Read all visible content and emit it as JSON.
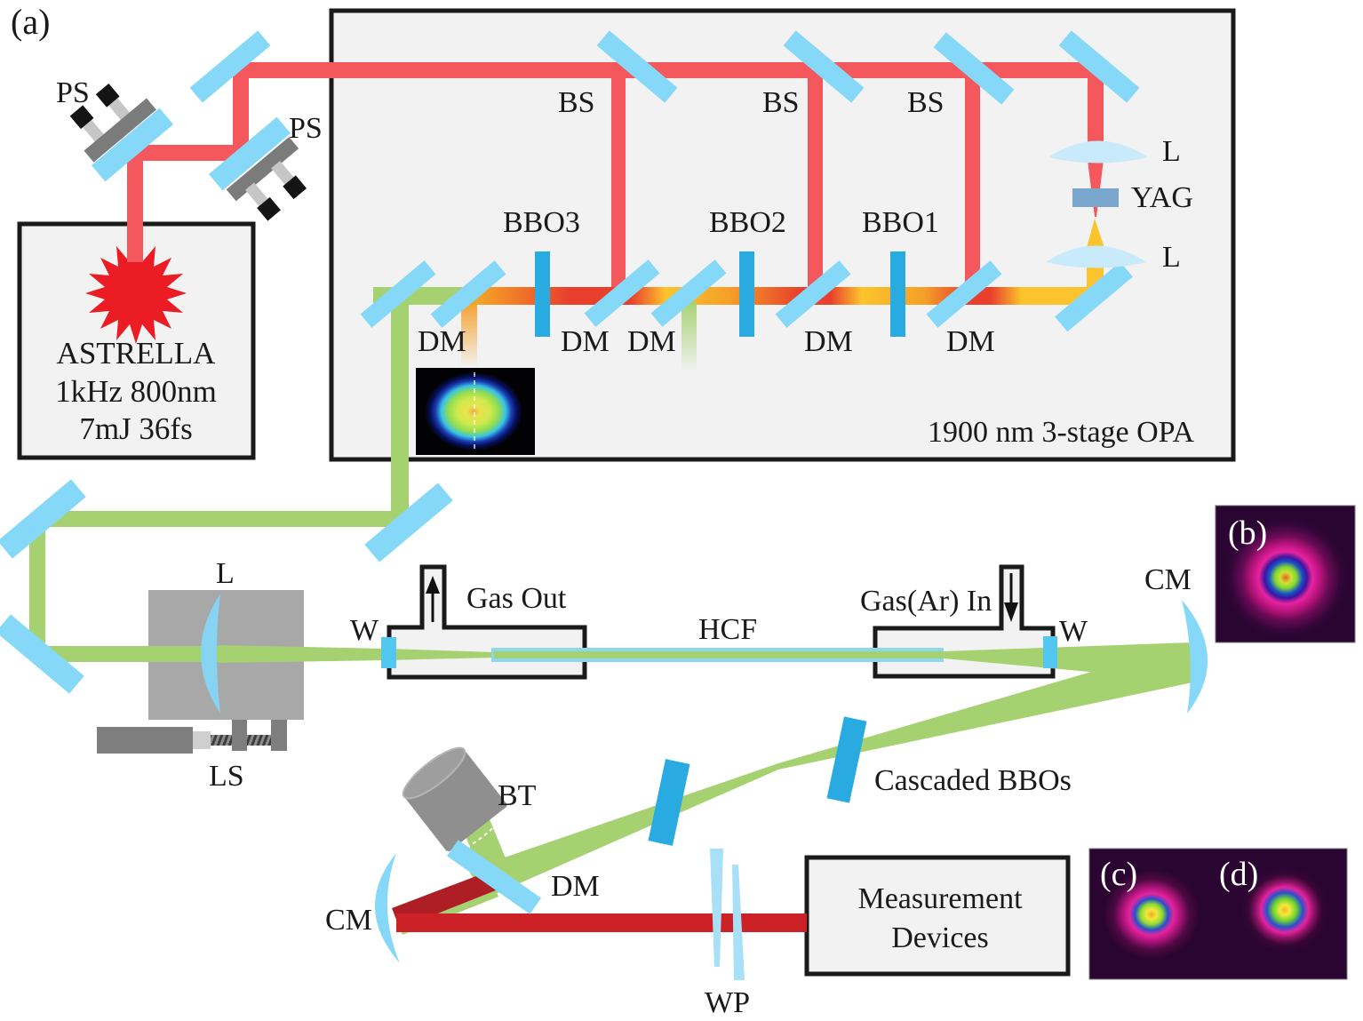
{
  "panel_labels": {
    "a": "(a)",
    "b": "(b)",
    "c": "(c)",
    "d": "(d)"
  },
  "laser": {
    "name": "ASTRELLA",
    "spec1": "1kHz 800nm",
    "spec2": "7mJ 36fs"
  },
  "opa": {
    "title": "1900 nm 3-stage OPA",
    "bs1": "BS",
    "bs2": "BS",
    "bs3": "BS",
    "bbo3": "BBO3",
    "bbo2": "BBO2",
    "bbo1": "BBO1",
    "dm1": "DM",
    "dm2": "DM",
    "dm3": "DM",
    "dm4": "DM",
    "dm5": "DM",
    "lens_top": "L",
    "yag": "YAG",
    "lens_bottom": "L"
  },
  "beamline": {
    "ps1": "PS",
    "ps2": "PS",
    "lens": "L",
    "stage": "LS",
    "window_left": "W",
    "window_right": "W",
    "gas_out": "Gas Out",
    "gas_in": "Gas(Ar) In",
    "fiber": "HCF",
    "cm_top": "CM",
    "cm_bottom": "CM",
    "beam_trap": "BT",
    "cascaded_bbos": "Cascaded BBOs",
    "dm_bottom": "DM",
    "wedge_pair": "WP",
    "measurement_line1": "Measurement",
    "measurement_line2": "Devices"
  },
  "colors": {
    "beam_red": "#f4575c",
    "beam_red_dark": "#ad1f24",
    "beam_red_bright": "#cd2128",
    "beam_orange": "#f5a028",
    "beam_yellow": "#fbc42c",
    "beam_green": "#a6d171",
    "mirror_blue": "#85d8f7",
    "bbo_blue": "#29abe2",
    "yag_blue": "#7aa7cd",
    "lens_blue": "#c9eafa",
    "lens_mid_blue": "#86d3f2",
    "fiber_blue": "#8ed7ec",
    "window_blue": "#53c7ef",
    "wedge_blue": "#a8e0f8",
    "box_fill": "#f2f2f2",
    "box_border": "#1a1a1a",
    "gray_equipment": "#a8a8a8",
    "gray_dark": "#7e7e7e",
    "starburst_red": "#ec1c24"
  }
}
